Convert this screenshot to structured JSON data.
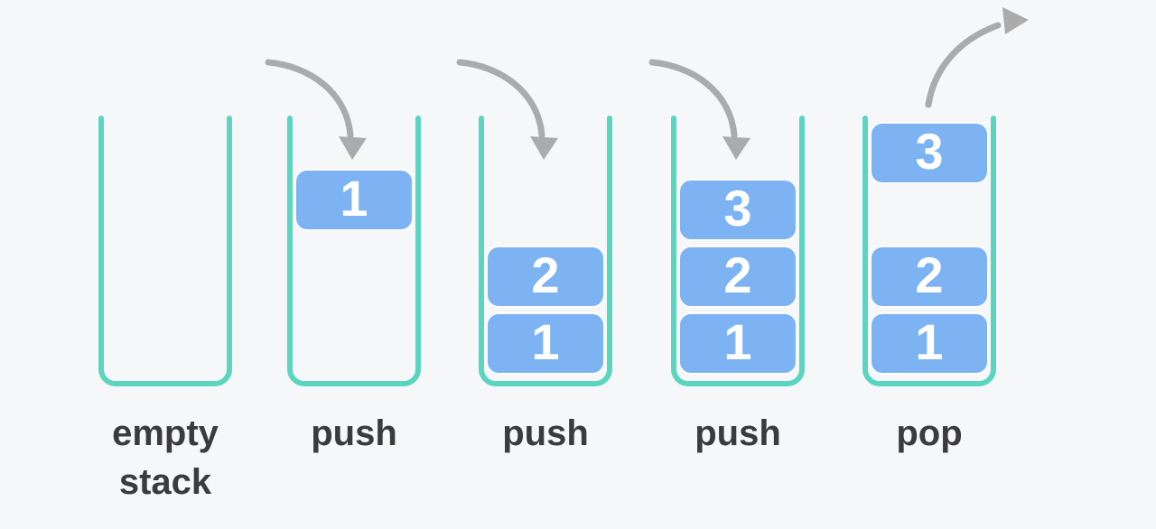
{
  "diagram": {
    "subject": "stack-push-pop",
    "colors": {
      "background": "#f6f7f9",
      "container_outline": "#5bd5c0",
      "element_fill": "#7db3f3",
      "element_text": "#ffffff",
      "label_text": "#3b3b3d",
      "arrow": "#ababab"
    },
    "frames": [
      {
        "label": "empty stack",
        "arrow": null,
        "boxes": []
      },
      {
        "label": "push",
        "arrow": "push",
        "boxes": [
          {
            "value": "1",
            "slot": "mid-air"
          }
        ]
      },
      {
        "label": "push",
        "arrow": "push",
        "boxes": [
          {
            "value": "2",
            "slot": "level-2"
          },
          {
            "value": "1",
            "slot": "level-1"
          }
        ]
      },
      {
        "label": "push",
        "arrow": "push",
        "boxes": [
          {
            "value": "3",
            "slot": "level-3"
          },
          {
            "value": "2",
            "slot": "level-2"
          },
          {
            "value": "1",
            "slot": "level-1"
          }
        ]
      },
      {
        "label": "pop",
        "arrow": "pop",
        "boxes": [
          {
            "value": "3",
            "slot": "lifted"
          },
          {
            "value": "2",
            "slot": "level-2"
          },
          {
            "value": "1",
            "slot": "level-1"
          }
        ]
      }
    ]
  }
}
